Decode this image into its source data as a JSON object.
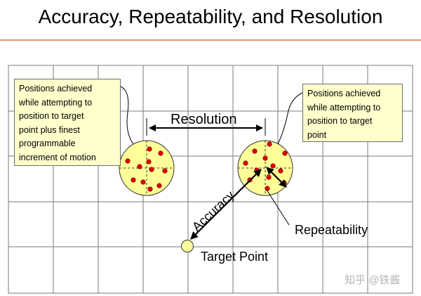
{
  "title": "Accuracy, Repeatability, and Resolution",
  "callout_left": {
    "lines": [
      "Positions achieved",
      "while attempting to",
      "position to target",
      "point plus finest",
      "programmable",
      "increment of motion"
    ]
  },
  "callout_right": {
    "lines": [
      "Positions achieved",
      "while attempting to",
      "position to target",
      "point"
    ]
  },
  "labels": {
    "resolution": "Resolution",
    "accuracy": "Accuracy",
    "repeatability": "Repeatability",
    "target_point": "Target Point"
  },
  "watermark": "知乎 @铁酱",
  "colors": {
    "circle_fill": "#ffff99",
    "dot": "#dd0000",
    "callout_fill": "#ffffcc",
    "title_rule": "#e89078",
    "grid": "#7a7a7a"
  }
}
